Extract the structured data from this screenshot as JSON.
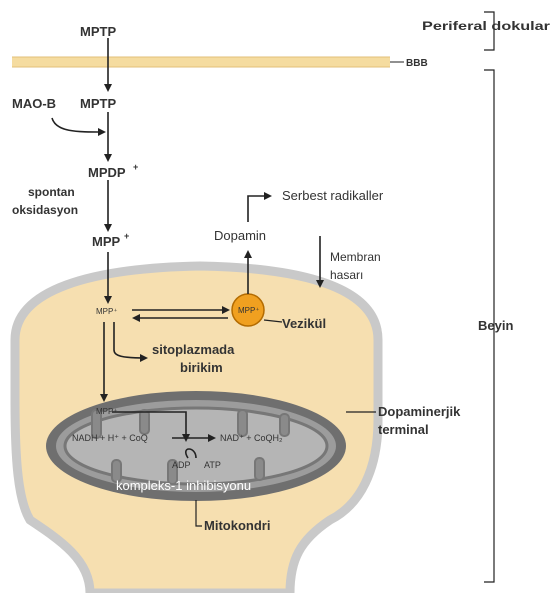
{
  "labels": {
    "mptp_top": "MPTP",
    "mao_b": "MAO-B",
    "mptp_mid": "MPTP",
    "mpdp": "MPDP",
    "mpdp_sup": "+",
    "spontan_line1": "spontan",
    "spontan_line2": "oksidasyon",
    "mpp_main": "MPP",
    "mpp_main_sup": "+",
    "serbest": "Serbest radikaller",
    "dopamin": "Dopamin",
    "membran_line1": "Membran",
    "membran_line2": "hasarı",
    "bbb": "BBB",
    "mpp_cyto": "MPP⁺",
    "mpp_vesicle": "MPP⁺",
    "vezikul": "Vezikül",
    "sito_line1": "sitoplazmada",
    "sito_line2": "birikim",
    "mpp_mito": "MPP⁺",
    "reaction_left": "NADH + H⁺ + CoQ",
    "reaction_right": "NAD⁺ + CoQH₂",
    "adp": "ADP",
    "atp": "ATP",
    "kompleks": "kompleks-1 inhibisyonu",
    "mitokondri": "Mitokondri",
    "dopaminerjik_line1": "Dopaminerjik",
    "dopaminerjik_line2": "terminal",
    "periferal": "Periferal dokular",
    "beyin": "Beyin"
  },
  "colors": {
    "bbb_band": "#f5dca0",
    "terminal_fill": "#f6dfb0",
    "terminal_border": "#c8c8c8",
    "mito_outer": "#7a7a7a",
    "mito_inner": "#b3b3b3",
    "vesicle": "#f0a020"
  }
}
